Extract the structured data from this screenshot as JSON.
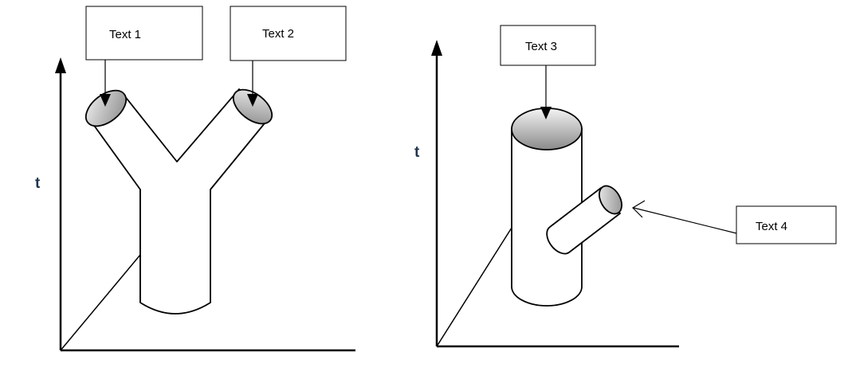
{
  "left_diagram": {
    "axis_label": "t",
    "callouts": [
      {
        "label": "Text 1"
      },
      {
        "label": "Text 2"
      }
    ]
  },
  "right_diagram": {
    "axis_label": "t",
    "callouts": [
      {
        "label": "Text 3"
      },
      {
        "label": "Text 4"
      }
    ]
  },
  "colors": {
    "line": "#000000",
    "axis_label": "#1f3550",
    "cap_light": "#f4f4f4",
    "cap_dark": "#8a8a8a"
  }
}
